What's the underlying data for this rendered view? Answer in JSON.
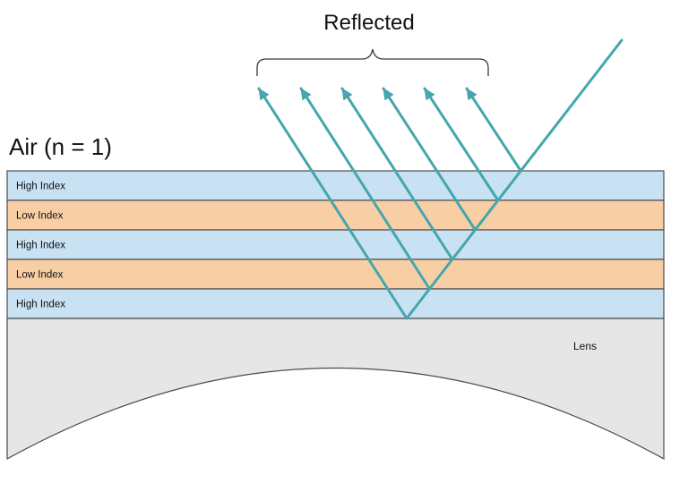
{
  "title": "Reflected",
  "medium_label": "Air (n = 1)",
  "layers": [
    {
      "label": "High Index",
      "color": "#c8e1f3"
    },
    {
      "label": "Low Index",
      "color": "#f8cfa5"
    },
    {
      "label": "High Index",
      "color": "#c8e1f3"
    },
    {
      "label": "Low Index",
      "color": "#f8cfa5"
    },
    {
      "label": "High Index",
      "color": "#c8e1f3"
    }
  ],
  "substrate_label": "Lens",
  "colors": {
    "ray": "#45a6ad",
    "substrate": "#e6e6e6",
    "outline": "#4a4a4a",
    "bracket": "#3a3a3a"
  }
}
